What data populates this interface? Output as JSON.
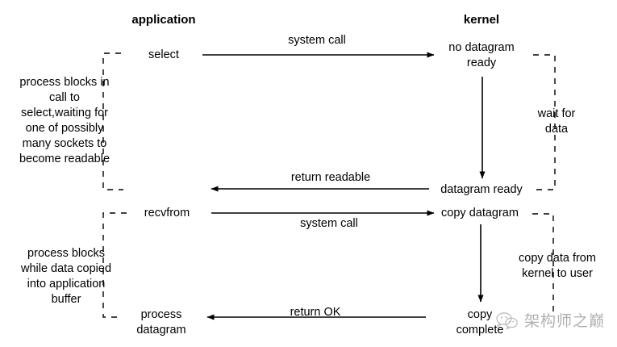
{
  "diagram": {
    "title": "I/O multiplexing model (select + recvfrom)",
    "columns": {
      "application_header": "application",
      "kernel_header": "kernel"
    },
    "app_calls": {
      "select": "select",
      "recvfrom": "recvfrom",
      "process_datagram": "process\ndatagram"
    },
    "app_notes": {
      "block_select": "process blocks in\ncall to\nselect,waiting for\none of possibly\nmany sockets to\nbecome readable",
      "block_copy": "process blocks\nwhile data copied\ninto application\nbuffer"
    },
    "kernel_states": {
      "no_datagram_ready": "no datagram\nready",
      "datagram_ready": "datagram ready",
      "copy_datagram": "copy datagram",
      "copy_complete": "copy\ncomplete"
    },
    "kernel_notes": {
      "wait_for_data": "wait for\ndata",
      "copy_data": "copy data from\nkernel to user"
    },
    "arrows": {
      "system_call_1": "system call",
      "return_readable": "return readable",
      "system_call_2": "system call",
      "return_ok": "return OK"
    },
    "watermark": {
      "text": "架构师之巅",
      "icon": "wechat-icon"
    },
    "colors": {
      "background": "#ffffff",
      "stroke": "#000000",
      "text": "#000000",
      "watermark": "#6f6f6f"
    }
  }
}
